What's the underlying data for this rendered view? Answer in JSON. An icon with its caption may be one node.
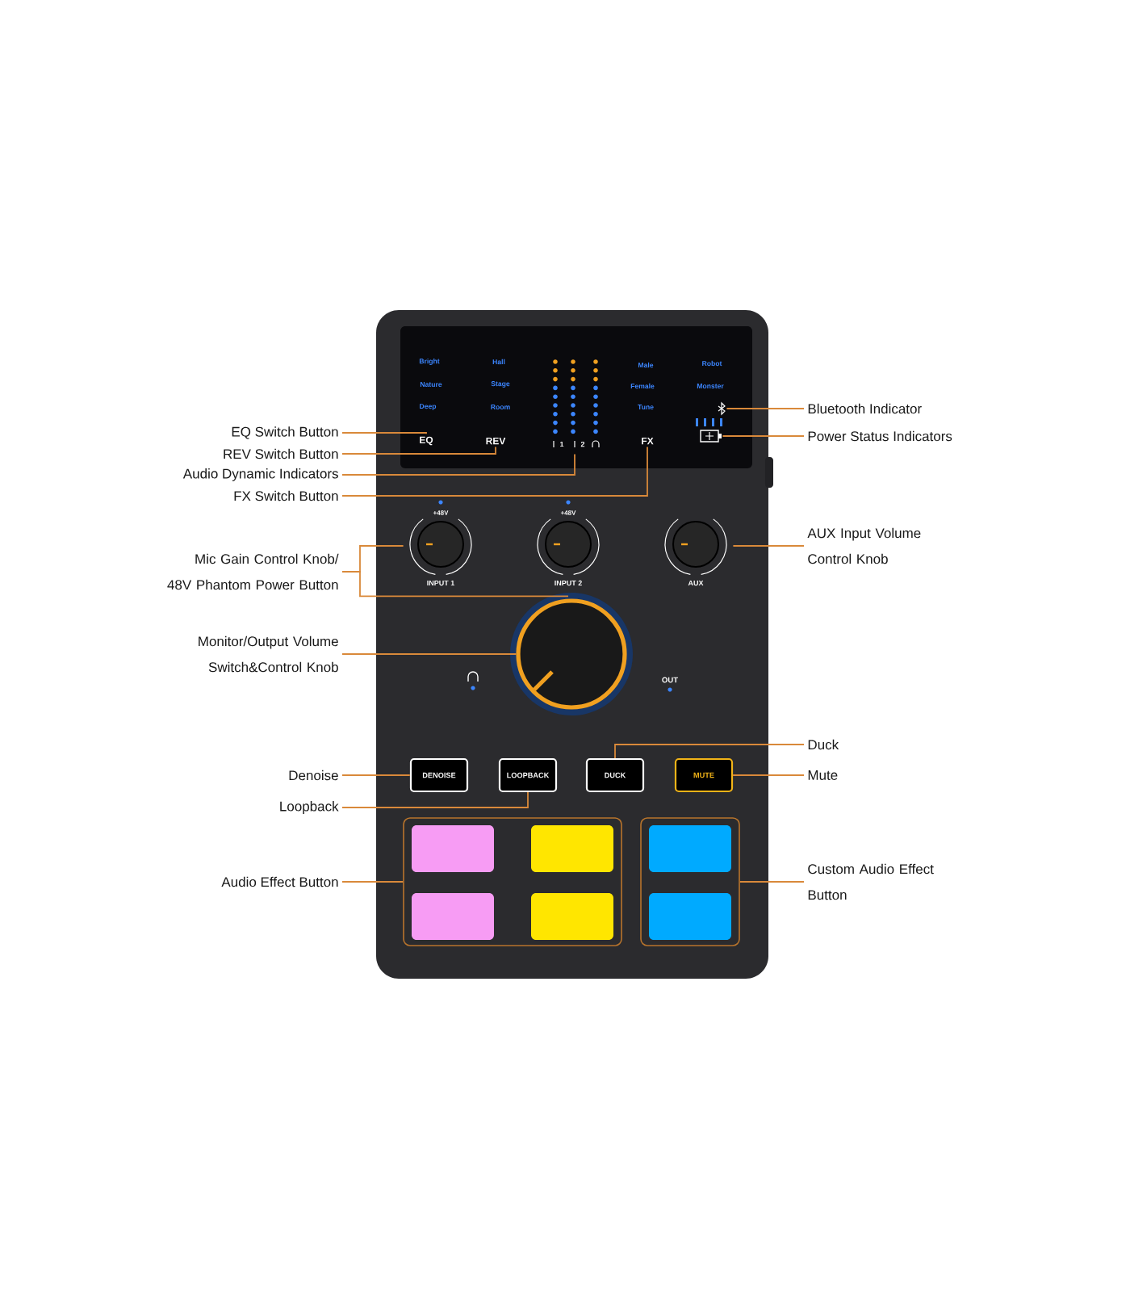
{
  "diagram": {
    "nodes": [
      {
        "text": [
          "EQ Switch Button"
        ]
      },
      {
        "text": [
          "REV Switch Button"
        ]
      },
      {
        "text": [
          "Audio Dynamic Indicators"
        ]
      },
      {
        "text": [
          "FX Switch Button"
        ]
      },
      {
        "text": [
          "Bluetooth Indicator"
        ]
      },
      {
        "text": [
          "Power Status Indicators"
        ]
      },
      {
        "text": [
          "Mic Gain Control Knob/ 48V Phantom Power Button"
        ]
      },
      {
        "text": [
          "AUX Input Volume Control Knob"
        ]
      },
      {
        "text": [
          "Monitor/Output Volume Switch&Control Knob"
        ]
      },
      {
        "text": [
          "Denoise"
        ]
      },
      {
        "text": [
          "Loopback"
        ]
      },
      {
        "text": [
          "Duck"
        ]
      },
      {
        "text": [
          "Mute"
        ]
      },
      {
        "text": [
          "Audio Effect Button"
        ]
      },
      {
        "text": [
          "Custom Audio Effect Button"
        ]
      },
      {
        "text": [
          "EQ"
        ]
      },
      {
        "text": [
          "REV"
        ]
      },
      {
        "text": [],
        "shape": "bar"
      },
      {
        "text": [
          "FX"
        ]
      },
      {
        "text": [],
        "shape": "picture"
      },
      {
        "text": [],
        "shape": "picture"
      },
      {
        "text": [],
        "shape": "circle",
        "beside": [
          "+48V",
          "INPUT 1"
        ]
      },
      {
        "text": [],
        "shape": "circle",
        "beside": [
          "+48V",
          "INPUT 2"
        ]
      },
      {
        "text": [],
        "shape": "circle",
        "beside": [
          "AUX"
        ]
      },
      {
        "text": [],
        "shape": "circle"
      },
      {
        "text": [
          "DENOISE"
        ]
      },
      {
        "text": [
          "LOOPBACK"
        ]
      },
      {
        "text": [
          "DUCK"
        ]
      },
      {
        "text": [
          "MUTE"
        ]
      },
      {
        "text": [],
        "shape": "box"
      },
      {
        "text": [],
        "shape": "box"
      },
      {
        "text": [],
        "shape": "box",
        "in": 29
      },
      {
        "text": [],
        "shape": "box",
        "in": 29
      },
      {
        "text": [],
        "shape": "box",
        "in": 29
      },
      {
        "text": [],
        "shape": "box",
        "in": 29
      },
      {
        "text": [],
        "shape": "box",
        "in": 30
      },
      {
        "text": [],
        "shape": "box",
        "in": 30
      }
    ],
    "edges": [
      {
        "from": 0,
        "to": 15,
        "arrow": "none"
      },
      {
        "from": 1,
        "to": 16,
        "arrow": "none"
      },
      {
        "from": 2,
        "to": 17,
        "arrow": "none"
      },
      {
        "from": 3,
        "to": 18,
        "arrow": "none"
      },
      {
        "from": 4,
        "to": 19,
        "arrow": "none"
      },
      {
        "from": 5,
        "to": 20,
        "arrow": "none"
      },
      {
        "from": 6,
        "to": 21,
        "arrow": "none"
      },
      {
        "from": 6,
        "to": 22,
        "arrow": "none"
      },
      {
        "from": 7,
        "to": 23,
        "arrow": "none"
      },
      {
        "from": 8,
        "to": 24,
        "arrow": "none"
      },
      {
        "from": 9,
        "to": 25,
        "arrow": "none"
      },
      {
        "from": 10,
        "to": 26,
        "arrow": "none"
      },
      {
        "from": 11,
        "to": 27,
        "arrow": "none"
      },
      {
        "from": 12,
        "to": 28,
        "arrow": "none"
      },
      {
        "from": 13,
        "to": 29,
        "arrow": "none"
      },
      {
        "from": 14,
        "to": 30,
        "arrow": "none"
      }
    ],
    "labels": [
      "Bright",
      "Hall",
      "Male",
      "Robot",
      "Nature",
      "Stage",
      "Female",
      "Monster",
      "Deep",
      "Room",
      "Tune",
      "1",
      "2",
      "OUT"
    ]
  }
}
